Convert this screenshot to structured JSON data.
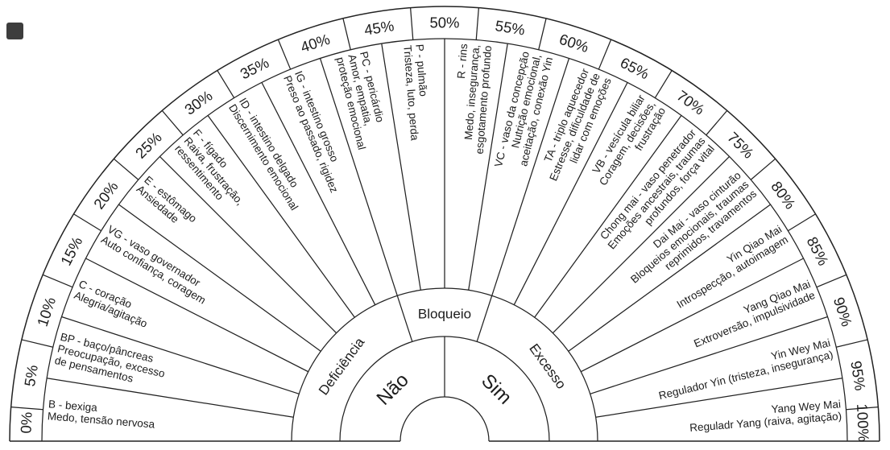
{
  "chart": {
    "type": "pendulum-half-dial",
    "percent_labels": [
      "0%",
      "5%",
      "10%",
      "15%",
      "20%",
      "25%",
      "30%",
      "35%",
      "40%",
      "45%",
      "50%",
      "55%",
      "60%",
      "65%",
      "70%",
      "75%",
      "80%",
      "85%",
      "90%",
      "95%",
      "100%"
    ],
    "sectors": [
      {
        "name": "B - bexiga",
        "desc": [
          "Medo, tensão nervosa"
        ]
      },
      {
        "name": "BP - baço/pâncreas",
        "desc": [
          "Preocupação, excesso",
          "de pensamentos"
        ]
      },
      {
        "name": "C - coração",
        "desc": [
          "Alegria/agitação"
        ]
      },
      {
        "name": "VG - vaso governador",
        "desc": [
          "Auto confiança, coragem"
        ]
      },
      {
        "name": "E - estômago",
        "desc": [
          "Ansiedade"
        ]
      },
      {
        "name": "F - fígado",
        "desc": [
          "Raiva, frustração,",
          "ressentimento"
        ]
      },
      {
        "name": "ID - intestino delgado",
        "desc": [
          "Discernimento emocional"
        ]
      },
      {
        "name": "IG - intestino grosso",
        "desc": [
          "Preso ao passado, rigidez"
        ]
      },
      {
        "name": "PC - pericárdio",
        "desc": [
          "Amor, empatia,",
          "proteção emocional"
        ]
      },
      {
        "name": "P - pulmão",
        "desc": [
          "Tristeza, luto, perda"
        ]
      },
      {
        "name": "R - rins",
        "desc": [
          "Medo, insegurança,",
          "esgotamento profundo"
        ]
      },
      {
        "name": "VC - vaso da concepção",
        "desc": [
          "Nutrição emocional,",
          "aceitação, conexão Yin"
        ]
      },
      {
        "name": "TA - triplo aquecedor",
        "desc": [
          "Estresse, dificuldade de",
          "lidar com emoções"
        ]
      },
      {
        "name": "VB - vesícula biliar",
        "desc": [
          "Coragem, decisões,",
          "frustração"
        ]
      },
      {
        "name": "Chong mai - vaso penetrador",
        "desc": [
          "Emoções ancestrais, traumas",
          "profundos, força vital"
        ]
      },
      {
        "name": "Dai Mai - vaso cinturão",
        "desc": [
          "Bloqueios emocionais, traumas",
          "reprimidos, travamentos"
        ]
      },
      {
        "name": "Yin Qiao Mai",
        "desc": [
          "Introspecção, autoimagem"
        ]
      },
      {
        "name": "Yang Qiao Mai",
        "desc": [
          "Extroversão, impulsividade"
        ]
      },
      {
        "name": "Yin Wey Mai",
        "desc": [
          "Regulador Yin (tristeza, insegurança)"
        ]
      },
      {
        "name": "Yang Wey Mai",
        "desc": [
          "Reguladr Yang (raiva, agitação)"
        ]
      }
    ],
    "inner_bands": {
      "deficiencia": "Deficiência",
      "bloqueio": "Bloqueio",
      "excesso": "Excesso"
    },
    "answers": {
      "nao": "Não",
      "sim": "Sim"
    },
    "colors": {
      "line": "#222222",
      "text": "#1c1c1c",
      "background": "#ffffff",
      "corner_square": "#3d3d3d"
    }
  }
}
